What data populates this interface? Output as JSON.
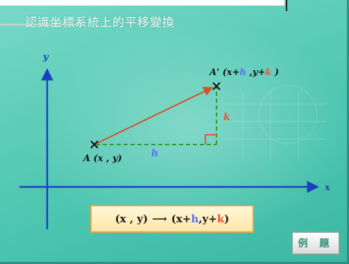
{
  "title": "認識坐標系統上的平移變換",
  "axes": {
    "x_label": "x",
    "y_label": "y"
  },
  "points": {
    "A_label": "A (x , y)",
    "A_prime_prefix": "A' (x+",
    "A_prime_h": "h",
    "A_prime_mid": " ,y+",
    "A_prime_k": "k",
    "A_prime_suffix": " )"
  },
  "segments": {
    "h_label": "h",
    "k_label": "k"
  },
  "formula": {
    "left": "(x , y)",
    "arrow": "⟶",
    "right_prefix": "(x+",
    "h": "h",
    "right_mid": " ,y+",
    "k": "k",
    "right_suffix": ")"
  },
  "example_button": "例 題",
  "colors": {
    "axis": "#1a3fbf",
    "vector": "#d4522a",
    "dashed": "#2f9b2f",
    "h": "#5a6bff",
    "k": "#ff4a2e"
  }
}
